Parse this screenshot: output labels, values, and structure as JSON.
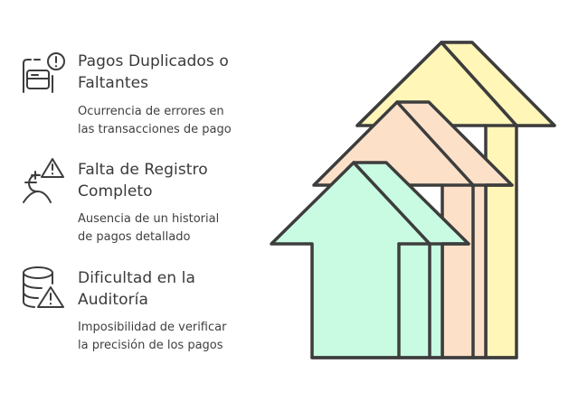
{
  "items": [
    {
      "icon": "payment-card-alert-icon",
      "title_lines": [
        "Pagos Duplicados o",
        "Faltantes"
      ],
      "desc_lines": [
        "Ocurrencia de errores en",
        "las transacciones de pago"
      ]
    },
    {
      "icon": "euro-warning-icon",
      "title_lines": [
        "Falta de Registro",
        "Completo"
      ],
      "desc_lines": [
        "Ausencia de un historial",
        "de pagos detallado"
      ]
    },
    {
      "icon": "database-warning-icon",
      "title_lines": [
        "Dificultad en la",
        "Auditoría"
      ],
      "desc_lines": [
        "Imposibilidad de verificar",
        "la precisión de los pagos"
      ]
    }
  ],
  "arrows": [
    {
      "name": "yellow-arrow",
      "color": "#fff6b8",
      "level": "tallest"
    },
    {
      "name": "orange-arrow",
      "color": "#fde0c8",
      "level": "middle"
    },
    {
      "name": "green-arrow",
      "color": "#c8fbe2",
      "level": "shortest"
    }
  ],
  "stroke_color": "#3d3d3d"
}
